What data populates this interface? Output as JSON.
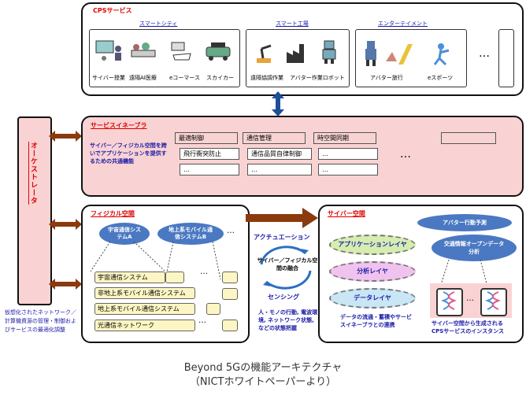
{
  "cps_services": {
    "title": "CPSサービス",
    "groups": [
      {
        "title": "スマートシティ",
        "items": [
          "サイバー授業",
          "遠隔AI医療",
          "eコーマース",
          "スカイカー"
        ]
      },
      {
        "title": "スマート工場",
        "items": [
          "遠隔協調作業",
          "アバター作業ロボット"
        ]
      },
      {
        "title": "エンターテイメント",
        "items": [
          "アバター旅行",
          "eスポーツ"
        ]
      }
    ],
    "more": "…"
  },
  "orchestrator": {
    "label": "オーケストレータ"
  },
  "orchestrator_note": "仮想化されたネットワーク／計算機資源の管理・制御およびサービスの最適化調整",
  "service_enabler": {
    "title": "サービスイネーブラ",
    "desc": "サイバー／フィジカル空間を跨いでアプリケーションを提供するための共通機能",
    "columns": [
      {
        "header": "最適制御",
        "items": [
          "飛行衝突防止",
          "…"
        ]
      },
      {
        "header": "通信管理",
        "items": [
          "通信品質自律制御",
          "…"
        ]
      },
      {
        "header": "時空間同期",
        "items": [
          "…",
          "…"
        ]
      }
    ],
    "more": "…"
  },
  "physical": {
    "title": "フィジカル空間",
    "ellipses": [
      "宇宙通信システムA",
      "地上系モバイル通信システムB"
    ],
    "ellipse_more": "…",
    "rows": [
      "宇宙通信システム",
      "非地上系モバイル通信システム",
      "地上系モバイル通信システム",
      "光通信ネットワーク"
    ],
    "row_more": "…"
  },
  "loop": {
    "actuation": "アクチュエーション",
    "center": "サイバー／フィジカル空間の融合",
    "sensing": "センシング",
    "note": "人・モノの行動, 電波環境, ネットワーク状態, などの状態把握"
  },
  "cyber": {
    "title": "サイバー空間",
    "layers": [
      "アプリケーションレイヤ",
      "分析レイヤ",
      "データレイヤ"
    ],
    "data_note": "データの流通・蓄積やサービスイネーブラとの連携",
    "right_ellipses": [
      "アバター行動予測",
      "交通情報オープンデータ分析"
    ],
    "instance_more": "…",
    "instance_note": "サイバー空間から生成されるCPSサービスのインスタンス"
  },
  "caption": {
    "line1": "Beyond 5Gの機能アーキテクチャ",
    "line2": "（NICTホワイトペーパーより）"
  },
  "colors": {
    "accent_red": "#e00000",
    "text_blue": "#1a1aa8",
    "pink": "#f9d3d3",
    "arrow_brown": "#8b3a0e",
    "arrow_blue": "#1f4e99"
  }
}
